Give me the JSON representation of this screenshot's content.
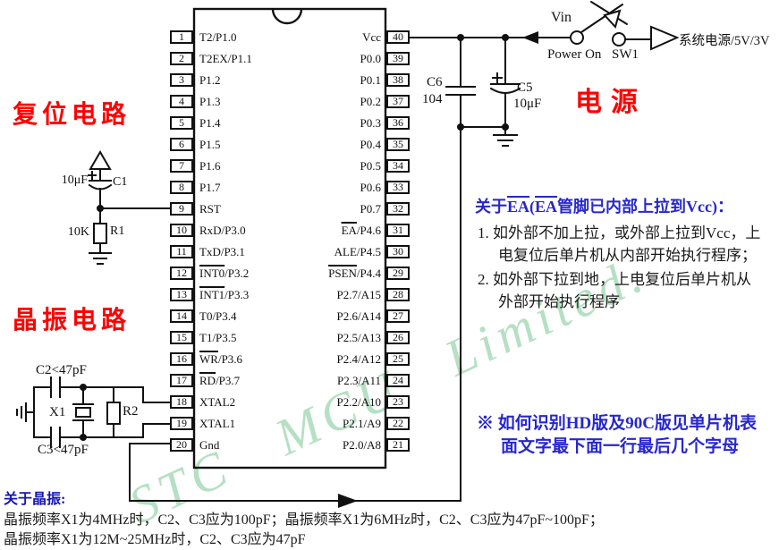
{
  "labels": {
    "reset_circuit": "复位电路",
    "crystal_circuit": "晶振电路",
    "power": "电源"
  },
  "ic": {
    "left_pins": [
      {
        "n": "1",
        "ov": "",
        "rest": "T2/P1.0"
      },
      {
        "n": "2",
        "ov": "",
        "rest": "T2EX/P1.1"
      },
      {
        "n": "3",
        "ov": "",
        "rest": "P1.2"
      },
      {
        "n": "4",
        "ov": "",
        "rest": "P1.3"
      },
      {
        "n": "5",
        "ov": "",
        "rest": "P1.4"
      },
      {
        "n": "6",
        "ov": "",
        "rest": "P1.5"
      },
      {
        "n": "7",
        "ov": "",
        "rest": "P1.6"
      },
      {
        "n": "8",
        "ov": "",
        "rest": "P1.7"
      },
      {
        "n": "9",
        "ov": "",
        "rest": "RST"
      },
      {
        "n": "10",
        "ov": "",
        "rest": "RxD/P3.0"
      },
      {
        "n": "11",
        "ov": "",
        "rest": "TxD/P3.1"
      },
      {
        "n": "12",
        "ov": "INT0",
        "rest": "/P3.2"
      },
      {
        "n": "13",
        "ov": "INT1",
        "rest": "/P3.3"
      },
      {
        "n": "14",
        "ov": "",
        "rest": "T0/P3.4"
      },
      {
        "n": "15",
        "ov": "",
        "rest": "T1/P3.5"
      },
      {
        "n": "16",
        "ov": "WR",
        "rest": "/P3.6"
      },
      {
        "n": "17",
        "ov": "RD",
        "rest": "/P3.7"
      },
      {
        "n": "18",
        "ov": "",
        "rest": "XTAL2"
      },
      {
        "n": "19",
        "ov": "",
        "rest": "XTAL1"
      },
      {
        "n": "20",
        "ov": "",
        "rest": "Gnd"
      }
    ],
    "right_pins": [
      {
        "n": "40",
        "ov": "",
        "rest": "Vcc"
      },
      {
        "n": "39",
        "ov": "",
        "rest": "P0.0"
      },
      {
        "n": "38",
        "ov": "",
        "rest": "P0.1"
      },
      {
        "n": "37",
        "ov": "",
        "rest": "P0.2"
      },
      {
        "n": "36",
        "ov": "",
        "rest": "P0.3"
      },
      {
        "n": "35",
        "ov": "",
        "rest": "P0.4"
      },
      {
        "n": "34",
        "ov": "",
        "rest": "P0.5"
      },
      {
        "n": "33",
        "ov": "",
        "rest": "P0.6"
      },
      {
        "n": "32",
        "ov": "",
        "rest": "P0.7"
      },
      {
        "n": "31",
        "ov": "EA",
        "rest": "/P4.6"
      },
      {
        "n": "30",
        "ov": "",
        "rest": "ALE/P4.5"
      },
      {
        "n": "29",
        "ov": "PSEN",
        "rest": "/P4.4"
      },
      {
        "n": "28",
        "ov": "",
        "rest": "P2.7/A15"
      },
      {
        "n": "27",
        "ov": "",
        "rest": "P2.6/A14"
      },
      {
        "n": "26",
        "ov": "",
        "rest": "P2.5/A13"
      },
      {
        "n": "25",
        "ov": "",
        "rest": "P2.4/A12"
      },
      {
        "n": "24",
        "ov": "",
        "rest": "P2.3/A11"
      },
      {
        "n": "23",
        "ov": "",
        "rest": "P2.2/A10"
      },
      {
        "n": "22",
        "ov": "",
        "rest": "P2.1/A9"
      },
      {
        "n": "21",
        "ov": "",
        "rest": "P2.0/A8"
      }
    ]
  },
  "reset": {
    "cap_value": "10μF",
    "cap_name": "C1",
    "res_value": "10K",
    "res_name": "R1"
  },
  "crystal": {
    "c2_label": "C2<47pF",
    "c3_label": "C3<47pF",
    "xtal_name": "X1",
    "res_name": "R2"
  },
  "power_decoupling": {
    "c6_name": "C6",
    "c6_value": "104",
    "c5_name": "C5",
    "c5_value": "10μF"
  },
  "power_switch": {
    "vin": "Vin",
    "power_on": "Power On",
    "sw": "SW1",
    "output": "系统电源/5V/3V"
  },
  "ea_note": {
    "h_pre": "关于",
    "h_ov1": "EA",
    "h_mid": "(",
    "h_ov2": "EA",
    "h_post": "管脚已内部上拉到Vcc)：",
    "l1": "1. 如外部不加上拉，或外部上拉到Vcc，上",
    "l2": "电复位后单片机从内部开始执行程序；",
    "l3": "2. 如外部下拉到地，上电复位后单片机从",
    "l4": "外部开始执行程序"
  },
  "hd_note": {
    "line1": "※ 如何识别HD版及90C版见单片机表",
    "line2": "面文字最下面一行最后几个字母"
  },
  "crystal_note": {
    "title": "关于晶振:",
    "line1": "晶振频率X1为4MHz时，C2、C3应为100pF；晶振频率X1为6MHz时，C2、C3应为47pF~100pF；",
    "line2": "晶振频率X1为12M~25MHz时，C2、C3应为47pF"
  },
  "watermark": "STC MCU Limited.",
  "colors": {
    "red": "#ff0000",
    "blue": "#2727ce",
    "watermark_green": "#b5e0c3",
    "line": "#111111"
  }
}
